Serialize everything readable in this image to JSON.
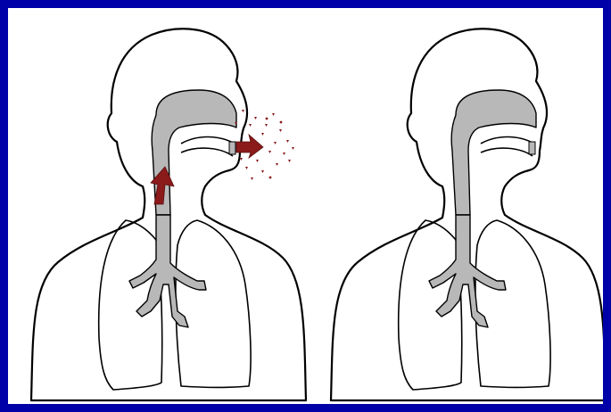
{
  "figure": {
    "background_color": "#0000a8",
    "panel_color": "#ffffff",
    "airway_color": "#b8b8b8",
    "droplet_color": "#8b1a1a",
    "panels": [
      {
        "state": "exhaling",
        "icons": [
          "head-torso-outline",
          "lungs",
          "airway",
          "upward-airflow-arrow",
          "outward-airflow-arrow",
          "droplet-spray"
        ]
      },
      {
        "state": "at-rest",
        "icons": [
          "head-torso-outline",
          "lungs",
          "airway"
        ]
      }
    ]
  }
}
